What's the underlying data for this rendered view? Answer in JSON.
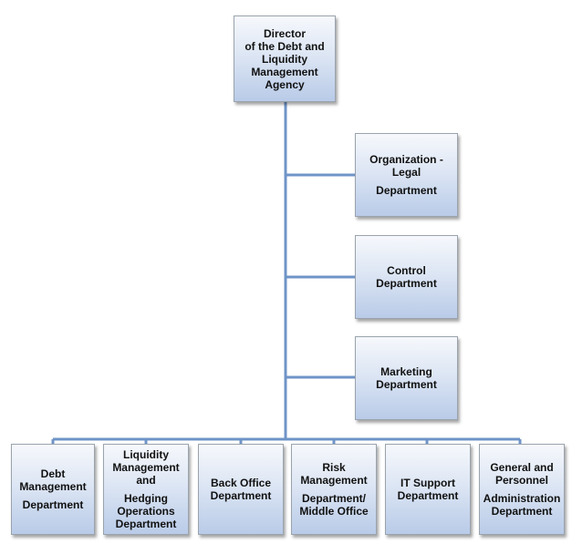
{
  "director": {
    "lines": [
      "Director",
      "of the Debt and",
      "Liquidity",
      "Management",
      "Agency"
    ]
  },
  "side_units": [
    {
      "lines": [
        "Organization - Legal"
      ],
      "lines2": [
        "Department"
      ]
    },
    {
      "lines": [
        "Control",
        "Department"
      ]
    },
    {
      "lines": [
        "Marketing",
        "Department"
      ]
    }
  ],
  "bottom_units": [
    {
      "lines": [
        "Debt",
        "Management"
      ],
      "lines2": [
        "Department"
      ]
    },
    {
      "lines": [
        "Liquidity",
        "Management",
        "and"
      ],
      "lines2": [
        "Hedging",
        "Operations",
        "Department"
      ]
    },
    {
      "lines": [
        "Back Office",
        "Department"
      ]
    },
    {
      "lines": [
        "Risk",
        "Management"
      ],
      "lines2": [
        "Department/",
        "Middle Office"
      ]
    },
    {
      "lines": [
        "IT Support",
        "Department"
      ]
    },
    {
      "lines": [
        "General and",
        "Personnel"
      ],
      "lines2": [
        "Administration",
        "Department"
      ]
    }
  ],
  "colors": {
    "connector": "#6f94c7",
    "box_top": "#f6f8fc",
    "box_bottom": "#b9cbe8",
    "border": "#9aa3ad"
  }
}
